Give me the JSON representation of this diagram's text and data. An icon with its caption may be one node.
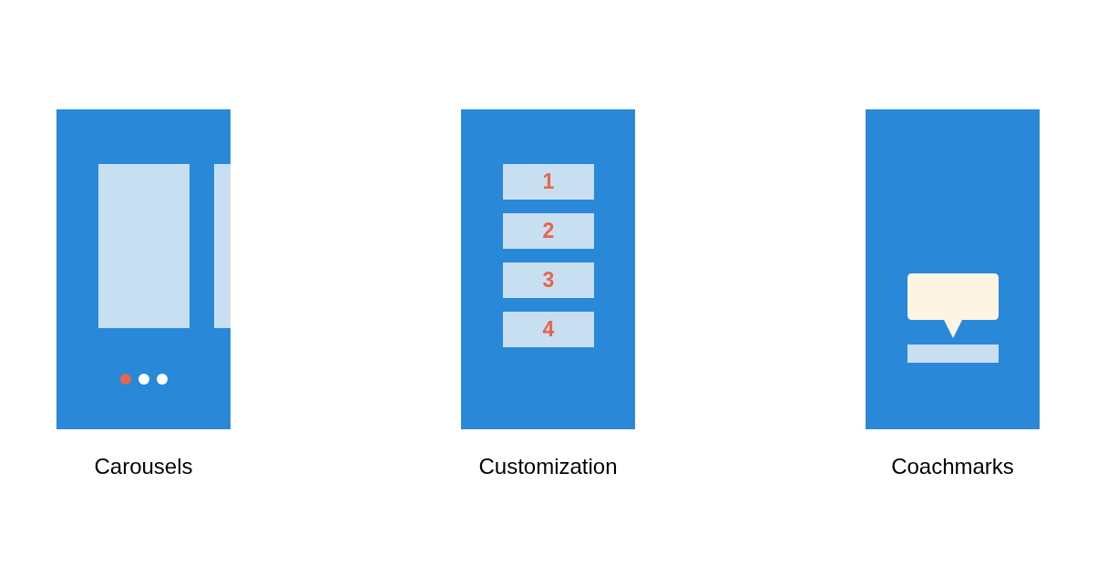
{
  "diagram": {
    "nodes": [
      {
        "text": [
          "Carousels"
        ]
      },
      {
        "text": [],
        "shape": "box",
        "in": 0
      },
      {
        "text": [],
        "shape": "box",
        "in": 0
      },
      {
        "text": [
          "Customization"
        ]
      },
      {
        "text": [
          "1"
        ],
        "in": 3
      },
      {
        "text": [
          "2"
        ],
        "in": 3
      },
      {
        "text": [
          "3"
        ],
        "in": 3
      },
      {
        "text": [
          "4"
        ],
        "in": 3
      },
      {
        "text": [
          "Coachmarks"
        ]
      },
      {
        "text": [],
        "shape": "bubble",
        "in": 8
      },
      {
        "text": [],
        "shape": "bar",
        "in": 8
      }
    ]
  }
}
